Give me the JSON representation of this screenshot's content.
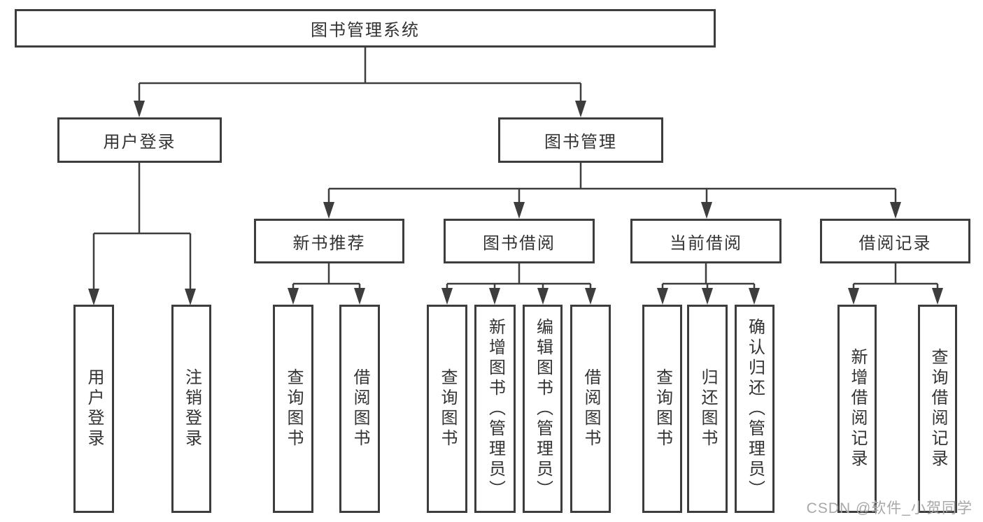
{
  "tree": {
    "label": "图书管理系统",
    "children": [
      {
        "label": "用户登录",
        "children": [
          {
            "label": "用户登录"
          },
          {
            "label": "注销登录"
          }
        ]
      },
      {
        "label": "图书管理",
        "children": [
          {
            "label": "新书推荐",
            "children": [
              {
                "label": "查询图书"
              },
              {
                "label": "借阅图书"
              }
            ]
          },
          {
            "label": "图书借阅",
            "children": [
              {
                "label": "查询图书"
              },
              {
                "label": "新增图书（管理员）"
              },
              {
                "label": "编辑图书（管理员）"
              },
              {
                "label": "借阅图书"
              }
            ]
          },
          {
            "label": "当前借阅",
            "children": [
              {
                "label": "查询图书"
              },
              {
                "label": "归还图书"
              },
              {
                "label": "确认归还（管理员）"
              }
            ]
          },
          {
            "label": "借阅记录",
            "children": [
              {
                "label": "新增借阅记录"
              },
              {
                "label": "查询借阅记录"
              }
            ]
          }
        ]
      }
    ]
  },
  "watermark": "CSDN @软件_小贺同学",
  "colors": {
    "line": "#3d3d3d",
    "text": "#333333",
    "watermark": "#a8a8a8",
    "background": "#ffffff"
  }
}
